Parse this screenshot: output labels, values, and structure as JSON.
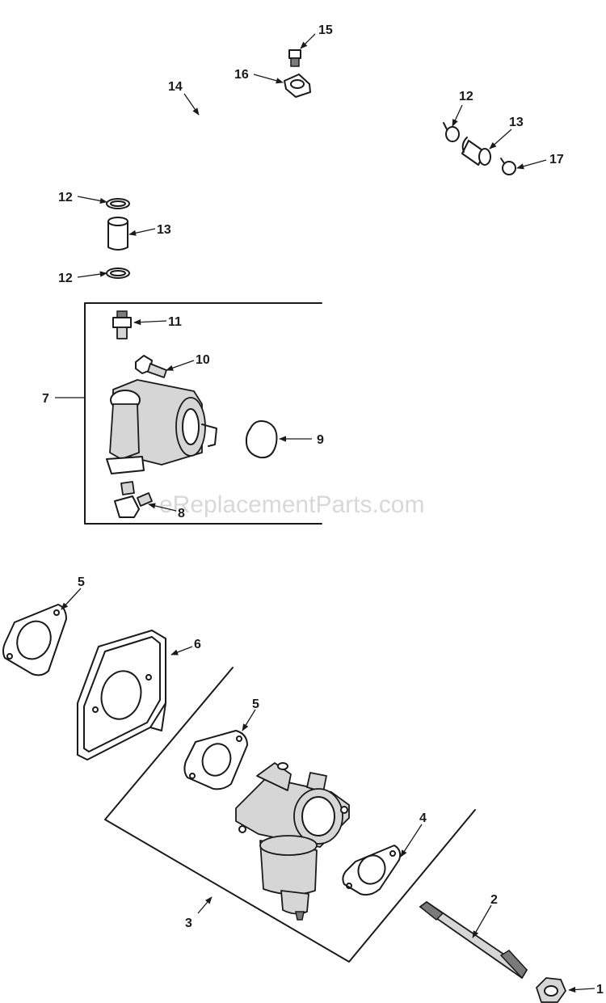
{
  "watermark": "eReplacementParts.com",
  "callouts": {
    "c1": "1",
    "c2": "2",
    "c3": "3",
    "c4": "4",
    "c5a": "5",
    "c5b": "5",
    "c6": "6",
    "c7": "7",
    "c8": "8",
    "c9": "9",
    "c10": "10",
    "c11": "11",
    "c12a": "12",
    "c12b": "12",
    "c12c": "12",
    "c13a": "13",
    "c13b": "13",
    "c14": "14",
    "c15": "15",
    "c16": "16",
    "c17": "17"
  }
}
